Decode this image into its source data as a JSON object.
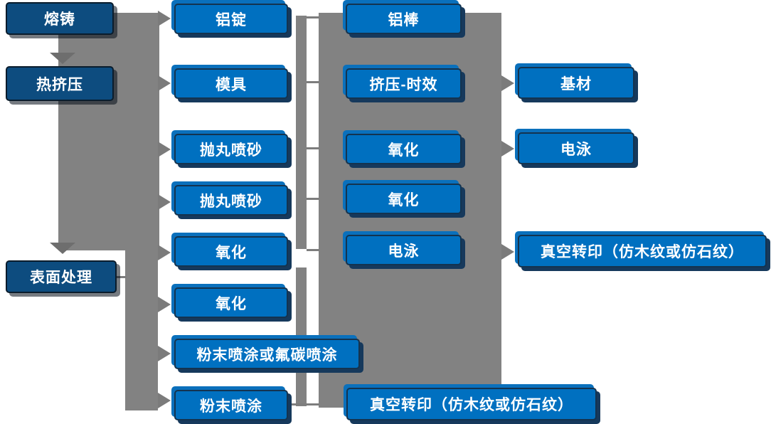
{
  "diagram": {
    "col1": {
      "melt_casting": "熔铸",
      "hot_extrusion": "热挤压",
      "surface_treatment": "表面处理"
    },
    "col2": {
      "aluminum_ingot": "铝锭",
      "mold": "模具",
      "shot_blast_1": "抛丸喷砂",
      "shot_blast_2": "抛丸喷砂",
      "oxidation_1": "氧化",
      "oxidation_2": "氧化",
      "powder_or_fluorocarbon": "粉末喷涂或氟碳喷涂",
      "powder_coating": "粉末喷涂"
    },
    "col3": {
      "aluminum_rod": "铝棒",
      "extrusion_aging": "挤压-时效",
      "oxidation_1": "氧化",
      "oxidation_2": "氧化",
      "electrophoresis": "电泳",
      "vacuum_transfer": "真空转印（仿木纹或仿石纹）"
    },
    "col4": {
      "base_material": "基材",
      "electrophoresis": "电泳",
      "vacuum_transfer": "真空转印（仿木纹或仿石纹）"
    }
  },
  "colors": {
    "node_blue": "#0070C0",
    "node_navy": "#0D4C7F",
    "node_border": "#14334F",
    "connector_gray": "#828282",
    "arrow_gray": "#6E6E6E",
    "text": "#FFFFFF",
    "background": "#FFFFFF"
  }
}
